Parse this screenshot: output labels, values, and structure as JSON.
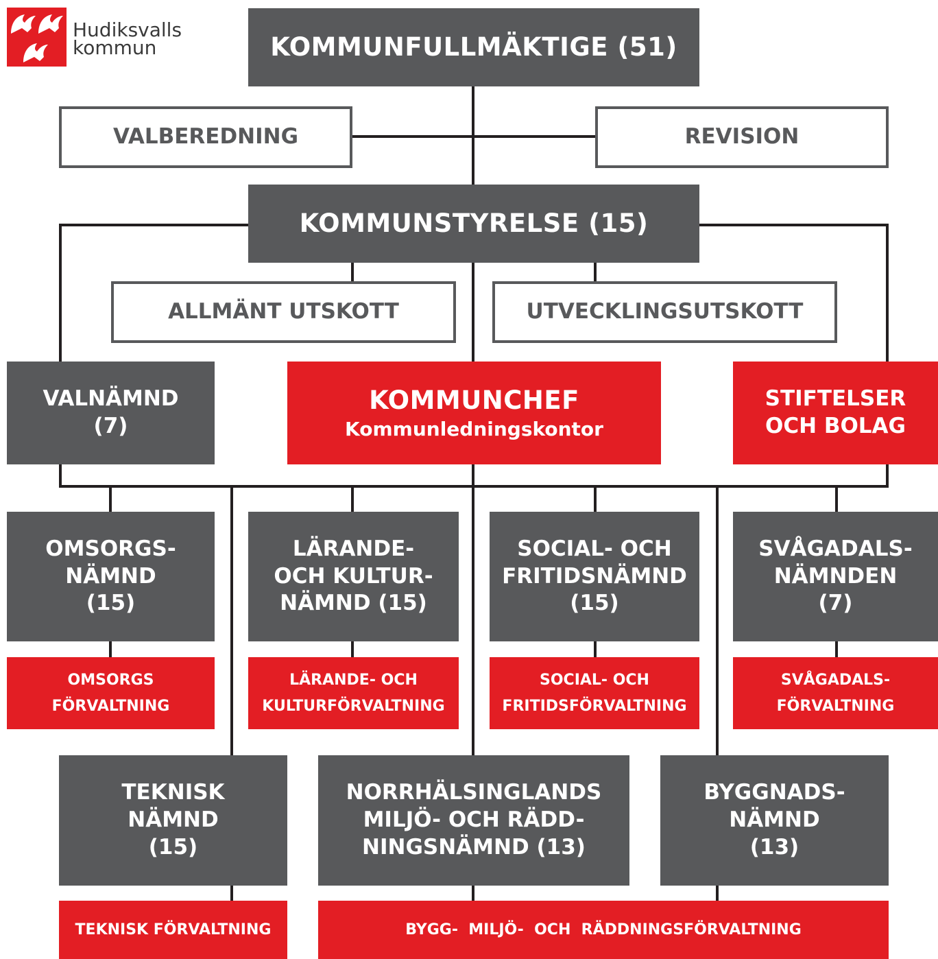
{
  "logo": {
    "line1": "Hudiksvalls",
    "line2": "kommun"
  },
  "colors": {
    "grey": "#58595b",
    "red": "#e31e24",
    "line": "#231f20"
  },
  "boxes": {
    "kf": "KOMMUNFULLMÄKTIGE (51)",
    "valberedning": "VALBEREDNING",
    "revision": "REVISION",
    "ks": "KOMMUNSTYRELSE (15)",
    "allmant": "ALLMÄNT UTSKOTT",
    "utveckling": "UTVECKLINGSUTSKOTT",
    "valnamnd": [
      "VALNÄMND",
      "(7)"
    ],
    "kommunchef": {
      "title": "KOMMUNCHEF",
      "subtitle": "Kommunledningskontor"
    },
    "stiftelser": [
      "STIFTELSER",
      "OCH BOLAG"
    ],
    "omsorg": [
      "OMSORGS-",
      "NÄMND",
      "(15)"
    ],
    "larande": [
      "LÄRANDE-",
      "OCH KULTUR-",
      "NÄMND (15)"
    ],
    "social": [
      "SOCIAL- OCH",
      "FRITIDSNÄMND",
      "(15)"
    ],
    "svagadal": [
      "SVÅGADALS-",
      "NÄMNDEN",
      "(7)"
    ],
    "omsorg_forv": [
      "OMSORGS",
      "FÖRVALTNING"
    ],
    "larande_forv": [
      "LÄRANDE- OCH",
      "KULTURFÖRVALTNING"
    ],
    "social_forv": [
      "SOCIAL- OCH",
      "FRITIDSFÖRVALTNING"
    ],
    "svagadal_forv": [
      "SVÅGADALS-",
      "FÖRVALTNING"
    ],
    "teknisk": [
      "TEKNISK",
      "NÄMND",
      "(15)"
    ],
    "norrhals": [
      "NORRHÄLSINGLANDS",
      "MILJÖ- OCH RÄDD-",
      "NINGSNÄMND (13)"
    ],
    "byggnad": [
      "BYGGNADS-",
      "NÄMND",
      "(13)"
    ],
    "teknisk_forv": "TEKNISK FÖRVALTNING",
    "bygg_forv": "BYGG-  MILJÖ-  OCH  RÄDDNINGSFÖRVALTNING"
  }
}
